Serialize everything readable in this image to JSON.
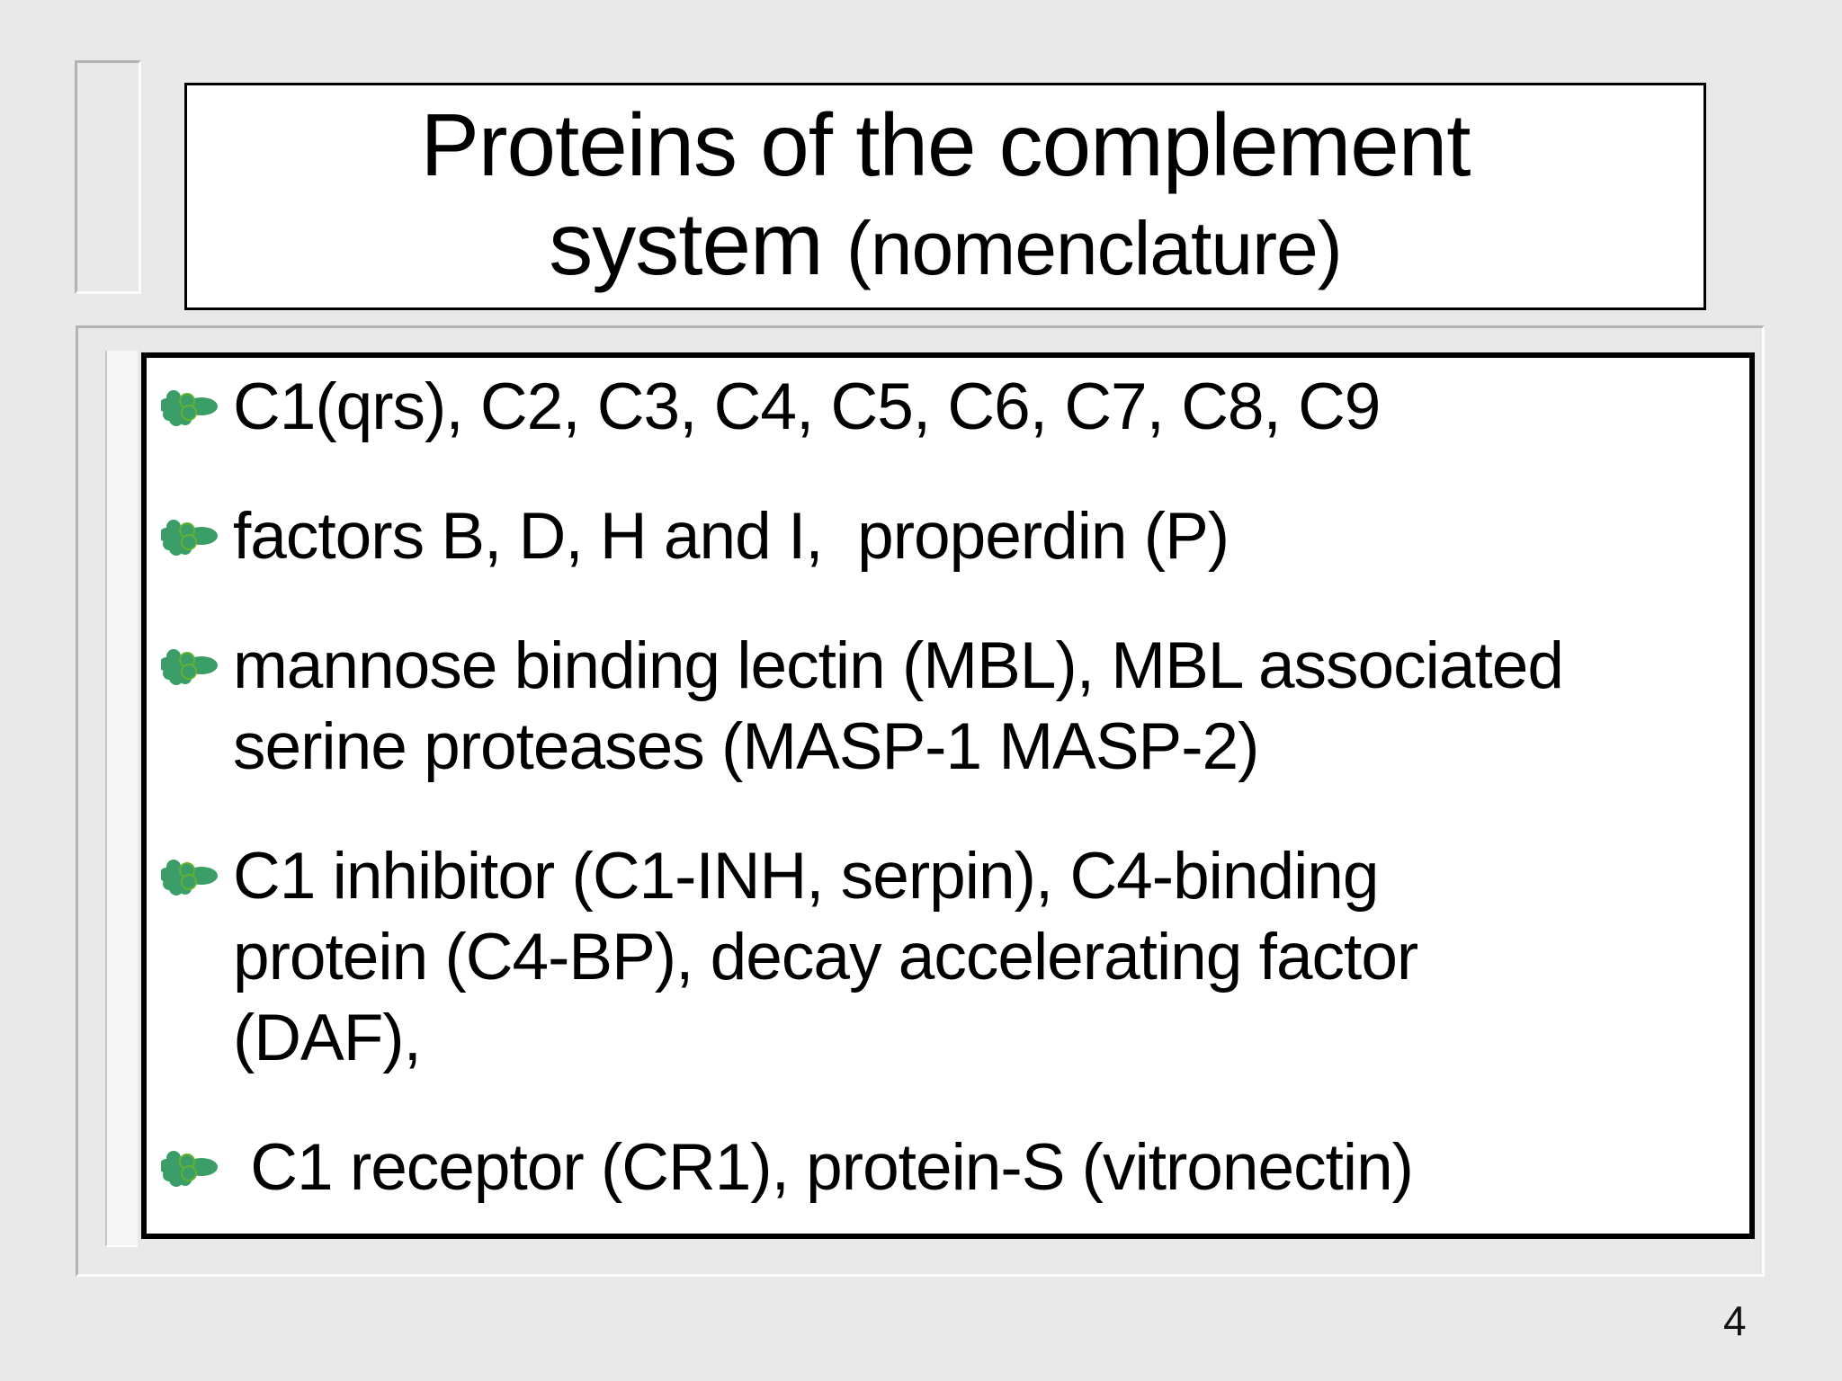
{
  "slide": {
    "title": {
      "line1": "Proteins of the complement",
      "line2_main": "system ",
      "line2_paren": "(nomenclature)"
    },
    "bullets": [
      {
        "lines": [
          "C1(qrs), C2, C3, C4, C5, C6, C7, C8, C9"
        ]
      },
      {
        "lines": [
          "factors B, D, H and I,  properdin (P)"
        ]
      },
      {
        "lines": [
          "mannose binding lectin (MBL), MBL associated",
          "serine proteases (MASP-1 MASP-2)"
        ]
      },
      {
        "lines": [
          "C1 inhibitor (C1-INH, serpin), C4-binding",
          "protein (C4-BP), decay accelerating factor",
          "(DAF),"
        ]
      },
      {
        "lines": [
          " C1 receptor (CR1), protein-S (vitronectin)"
        ]
      }
    ],
    "page_number": "4",
    "colors": {
      "background": "#e9e9e9",
      "bullet_green": "#3B9D68",
      "bullet_ring_green": "#63B22F"
    }
  }
}
